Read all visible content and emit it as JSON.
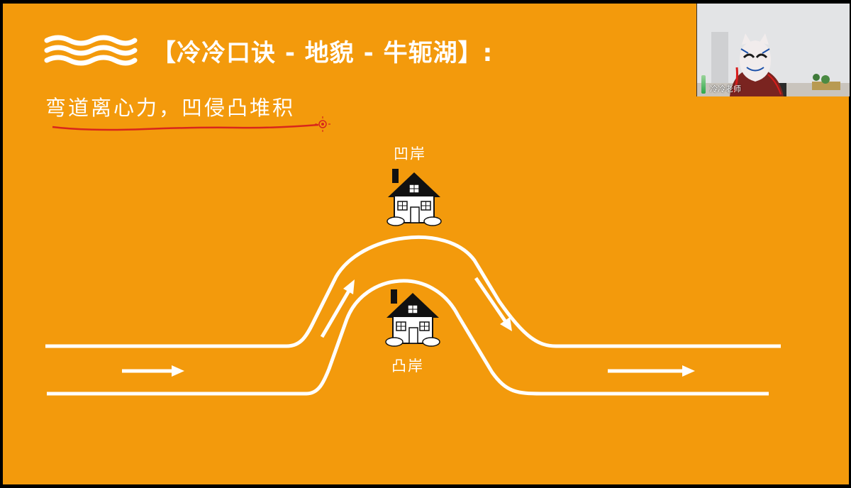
{
  "slide": {
    "title": "【冷冷口诀 - 地貌 - 牛轭湖】:",
    "mnemonic": "弯道离心力，凹侵凸堆积",
    "background_color": "#f39a0c",
    "underline_color": "#d8261c"
  },
  "diagram": {
    "concave_bank_label": "凹岸",
    "convex_bank_label": "凸岸",
    "icons": [
      "house-icon",
      "arrow-right-icon",
      "arrow-up-right-icon",
      "arrow-down-right-icon",
      "waves-icon"
    ]
  },
  "webcam": {
    "name": "冷冷老师"
  }
}
